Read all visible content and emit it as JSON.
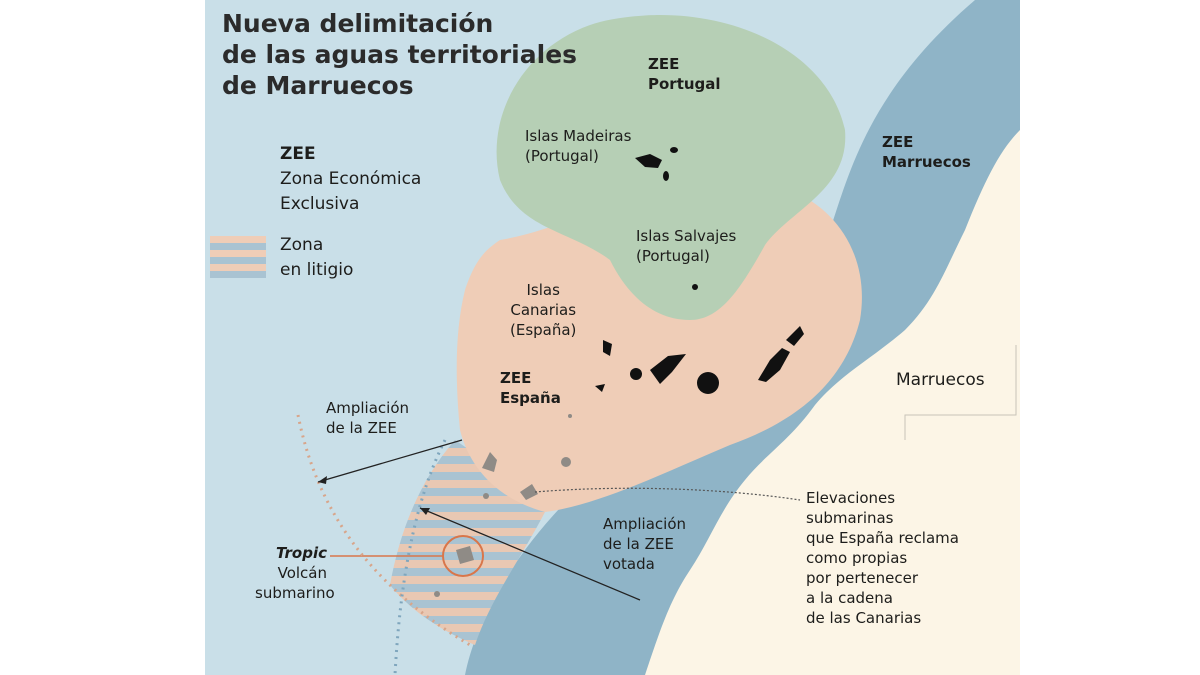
{
  "title": [
    "Nueva delimitación",
    "de las aguas territoriales",
    "de Marruecos"
  ],
  "legend": {
    "zee_abbr": "ZEE",
    "zee_full": [
      "Zona Económica",
      "Exclusiva"
    ],
    "dispute": [
      "Zona",
      "en litigio"
    ]
  },
  "labels": {
    "zee_portugal": [
      "ZEE",
      "Portugal"
    ],
    "madeira": [
      "Islas Madeiras",
      "(Portugal)"
    ],
    "salvajes": [
      "Islas Salvajes",
      "(Portugal)"
    ],
    "zee_marruecos": [
      "ZEE",
      "Marruecos"
    ],
    "canarias": [
      "Islas",
      "Canarias",
      "(España)"
    ],
    "zee_espana": [
      "ZEE",
      "España"
    ],
    "marruecos": "Marruecos",
    "ampliacion": [
      "Ampliación",
      "de la ZEE"
    ],
    "ampliacion_votada": [
      "Ampliación",
      "de la ZEE",
      "votada"
    ],
    "tropic": [
      "Tropic",
      "Volcán",
      "submarino"
    ],
    "elevaciones": [
      "Elevaciones",
      "submarinas",
      "que España reclama",
      "como propias",
      "por pertenecer",
      "a la cadena",
      "de las Canarias"
    ]
  },
  "colors": {
    "ocean": "#c9dfe8",
    "zee_marruecos": "#8fb4c7",
    "zee_portugal": "#b6cfb5",
    "zee_espana": "#efcdb7",
    "land": "#fcf5e6",
    "circle": "#d9764a"
  }
}
